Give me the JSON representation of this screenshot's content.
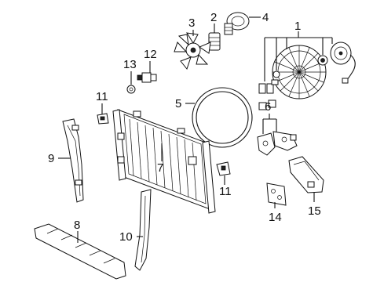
{
  "diagram": {
    "callouts": [
      {
        "id": "c1",
        "label": "1"
      },
      {
        "id": "c2",
        "label": "2"
      },
      {
        "id": "c3",
        "label": "3"
      },
      {
        "id": "c4",
        "label": "4"
      },
      {
        "id": "c5",
        "label": "5"
      },
      {
        "id": "c6",
        "label": "6"
      },
      {
        "id": "c7",
        "label": "7"
      },
      {
        "id": "c8",
        "label": "8"
      },
      {
        "id": "c9",
        "label": "9"
      },
      {
        "id": "c10",
        "label": "10"
      },
      {
        "id": "c11a",
        "label": "11"
      },
      {
        "id": "c11b",
        "label": "11"
      },
      {
        "id": "c12",
        "label": "12"
      },
      {
        "id": "c13",
        "label": "13"
      },
      {
        "id": "c14",
        "label": "14"
      },
      {
        "id": "c15",
        "label": "15"
      }
    ]
  }
}
